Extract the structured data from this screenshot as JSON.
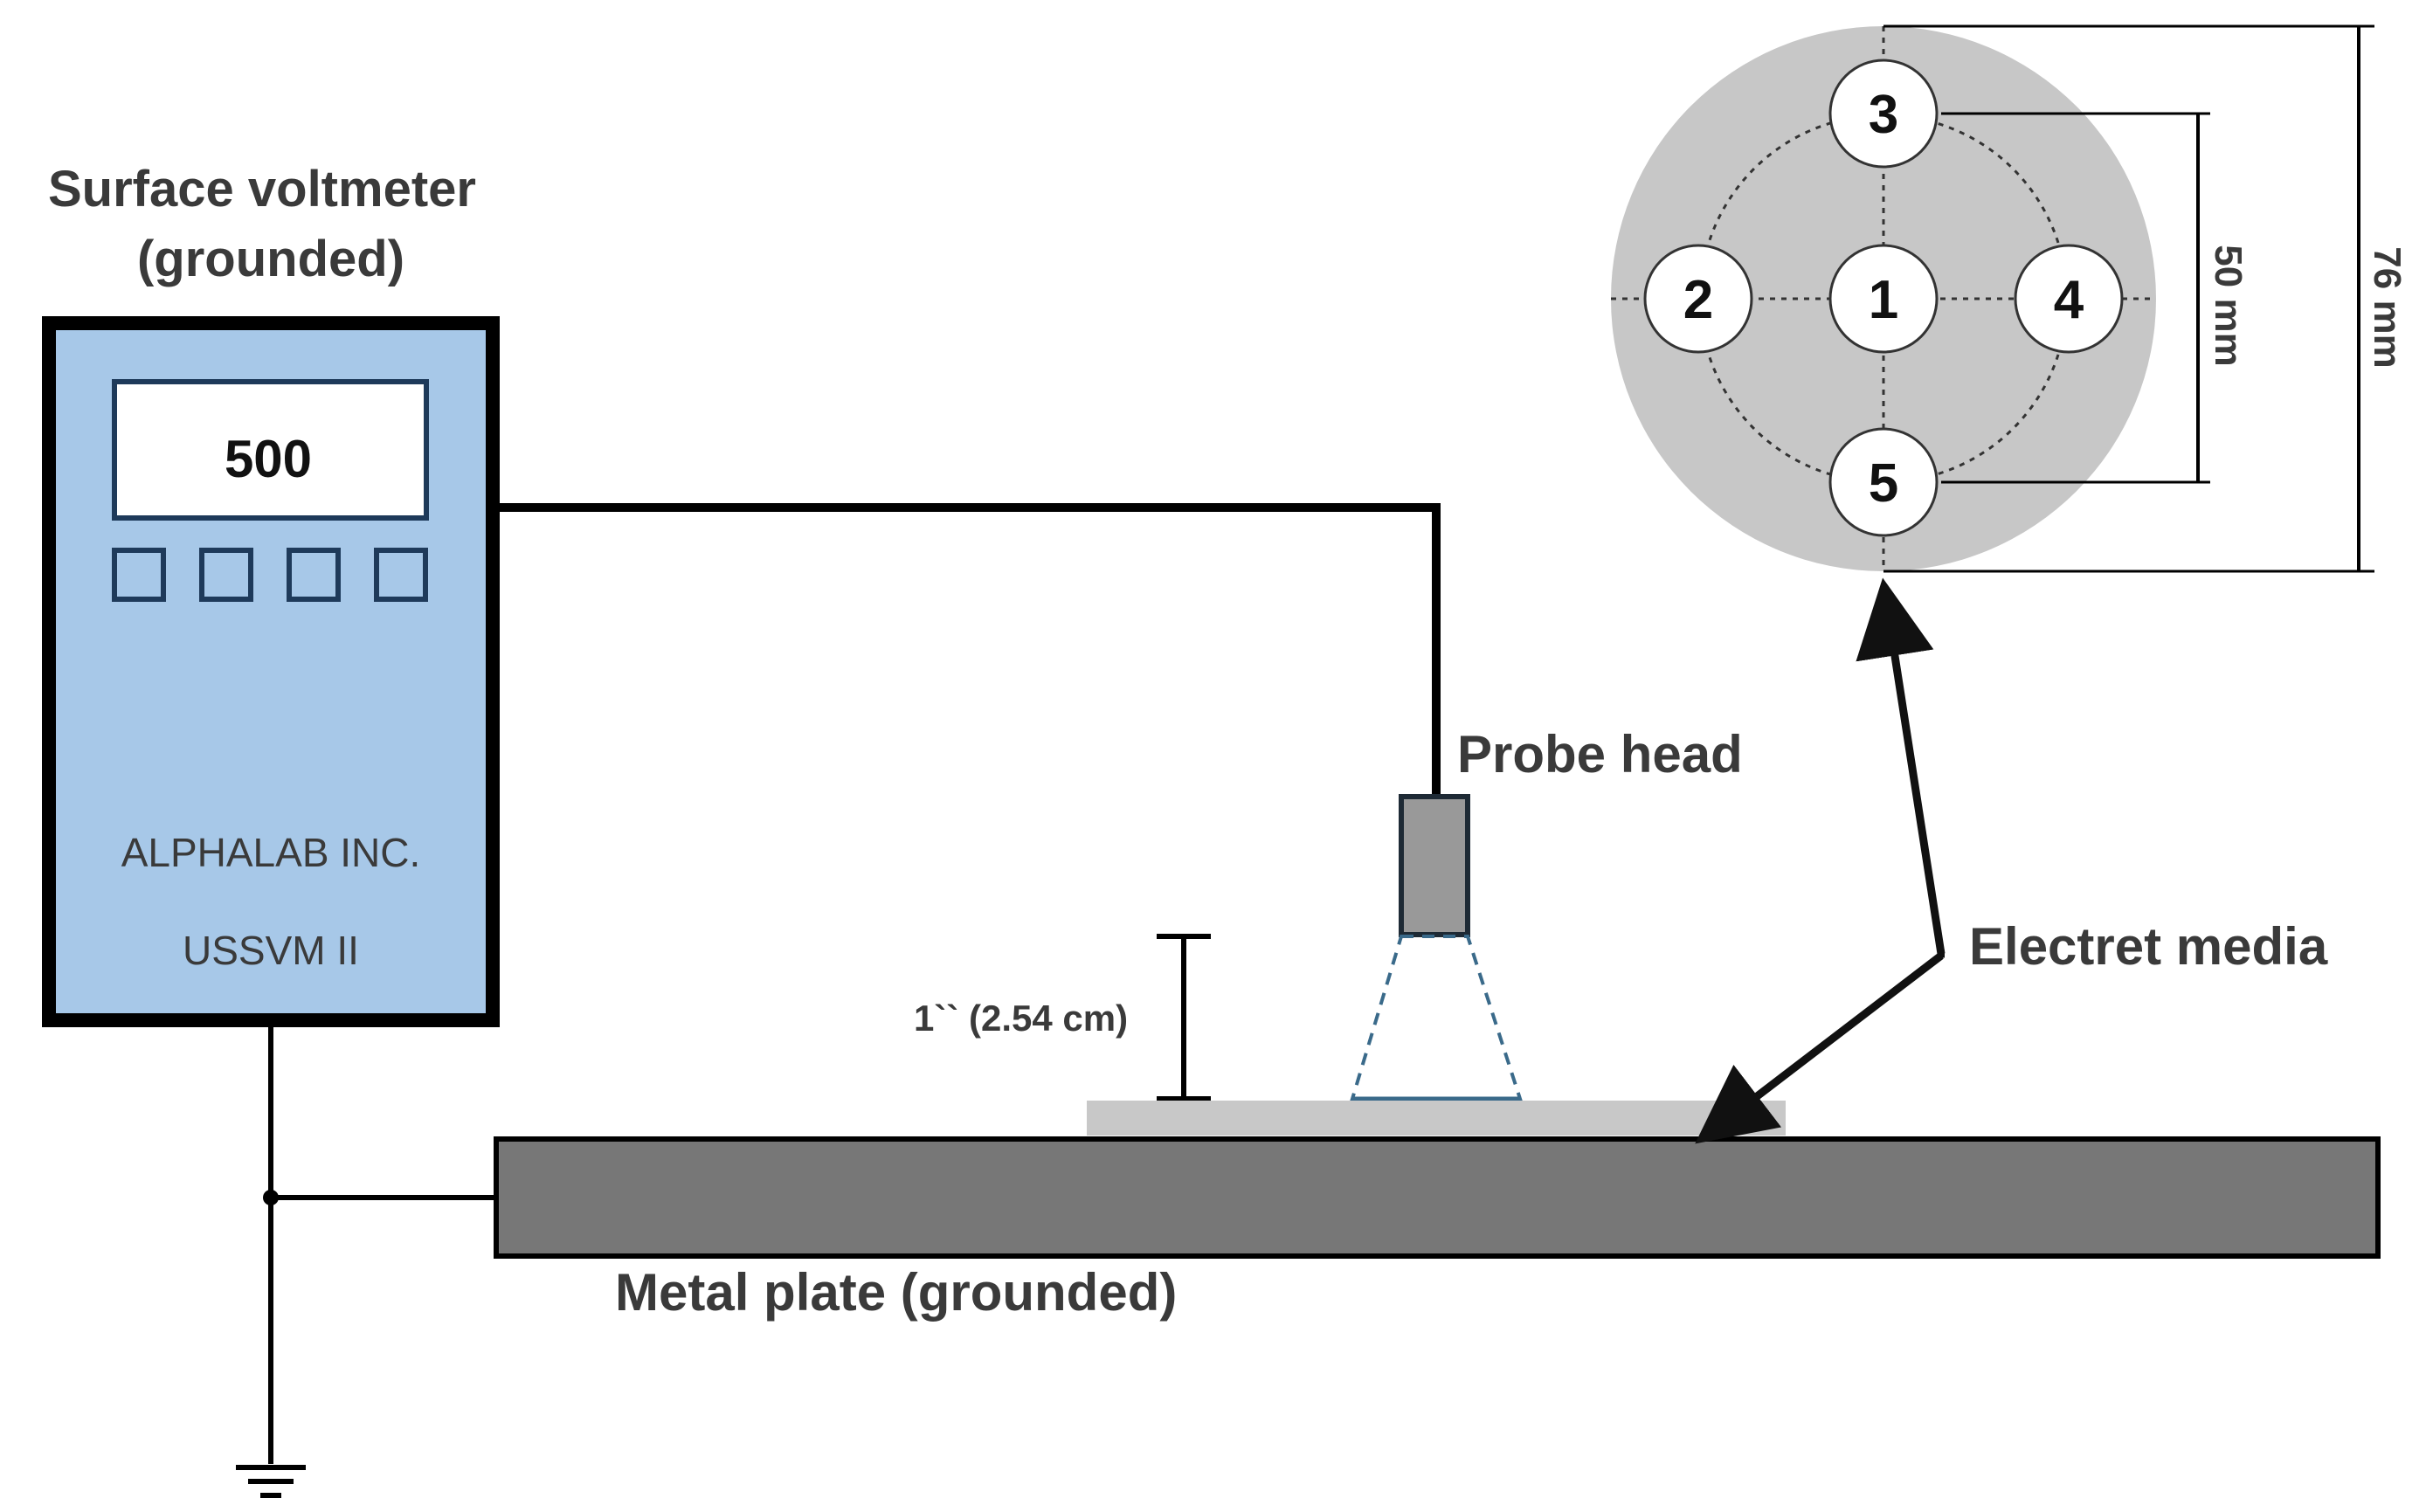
{
  "voltmeter": {
    "title_line1": "Surface voltmeter",
    "title_line2": "(grounded)",
    "display_value": "500",
    "brand": "ALPHALAB INC.",
    "model": "USSVM II",
    "body_color": "#a7c8e8",
    "button_count": 4
  },
  "probe": {
    "label": "Probe head",
    "distance_label": "1`` (2.54 cm)"
  },
  "plate": {
    "label": "Metal plate (grounded)",
    "color": "#777777"
  },
  "media": {
    "label": "Electret media",
    "color": "#c8c8c8"
  },
  "sample_view": {
    "disc_color": "#c7c7c7",
    "points": [
      "1",
      "2",
      "3",
      "4",
      "5"
    ],
    "inner_dimension": "50 mm",
    "outer_dimension": "76 mm"
  }
}
